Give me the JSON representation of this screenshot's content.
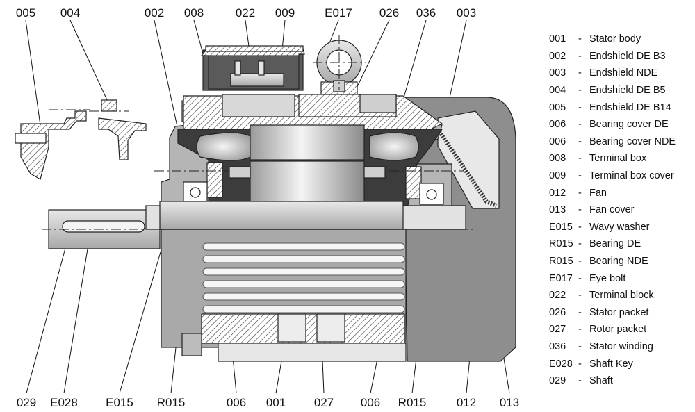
{
  "callouts_top": [
    "005",
    "004",
    "002",
    "008",
    "022",
    "009",
    "E017",
    "026",
    "036",
    "003"
  ],
  "callouts_bottom": [
    "029",
    "E028",
    "E015",
    "R015",
    "006",
    "001",
    "027",
    "006",
    "R015",
    "012",
    "013"
  ],
  "legend": [
    {
      "code": "001",
      "dash": "-",
      "name": "Stator body"
    },
    {
      "code": "002",
      "dash": "-",
      "name": "Endshield DE B3"
    },
    {
      "code": "003",
      "dash": "-",
      "name": "Endshield NDE"
    },
    {
      "code": "004",
      "dash": "-",
      "name": "Endshield DE B5"
    },
    {
      "code": "005",
      "dash": "-",
      "name": "Endshield DE B14"
    },
    {
      "code": "006",
      "dash": "-",
      "name": "Bearing cover DE"
    },
    {
      "code": "006",
      "dash": "-",
      "name": "Bearing cover NDE"
    },
    {
      "code": "008",
      "dash": "-",
      "name": "Terminal box"
    },
    {
      "code": "009",
      "dash": "-",
      "name": "Terminal box cover"
    },
    {
      "code": "012",
      "dash": "-",
      "name": "Fan"
    },
    {
      "code": "013",
      "dash": "-",
      "name": "Fan cover"
    },
    {
      "code": "E015",
      "dash": "-",
      "name": "Wavy washer"
    },
    {
      "code": "R015",
      "dash": "-",
      "name": "Bearing DE"
    },
    {
      "code": "R015",
      "dash": "-",
      "name": "Bearing NDE"
    },
    {
      "code": "E017",
      "dash": "-",
      "name": "Eye bolt"
    },
    {
      "code": "022",
      "dash": "-",
      "name": "Terminal block"
    },
    {
      "code": "026",
      "dash": "-",
      "name": "Stator packet"
    },
    {
      "code": "027",
      "dash": "-",
      "name": "Rotor packet"
    },
    {
      "code": "036",
      "dash": "-",
      "name": "Stator winding"
    },
    {
      "code": "E028",
      "dash": "-",
      "name": "Shaft Key"
    },
    {
      "code": "029",
      "dash": "-",
      "name": "Shaft"
    }
  ]
}
